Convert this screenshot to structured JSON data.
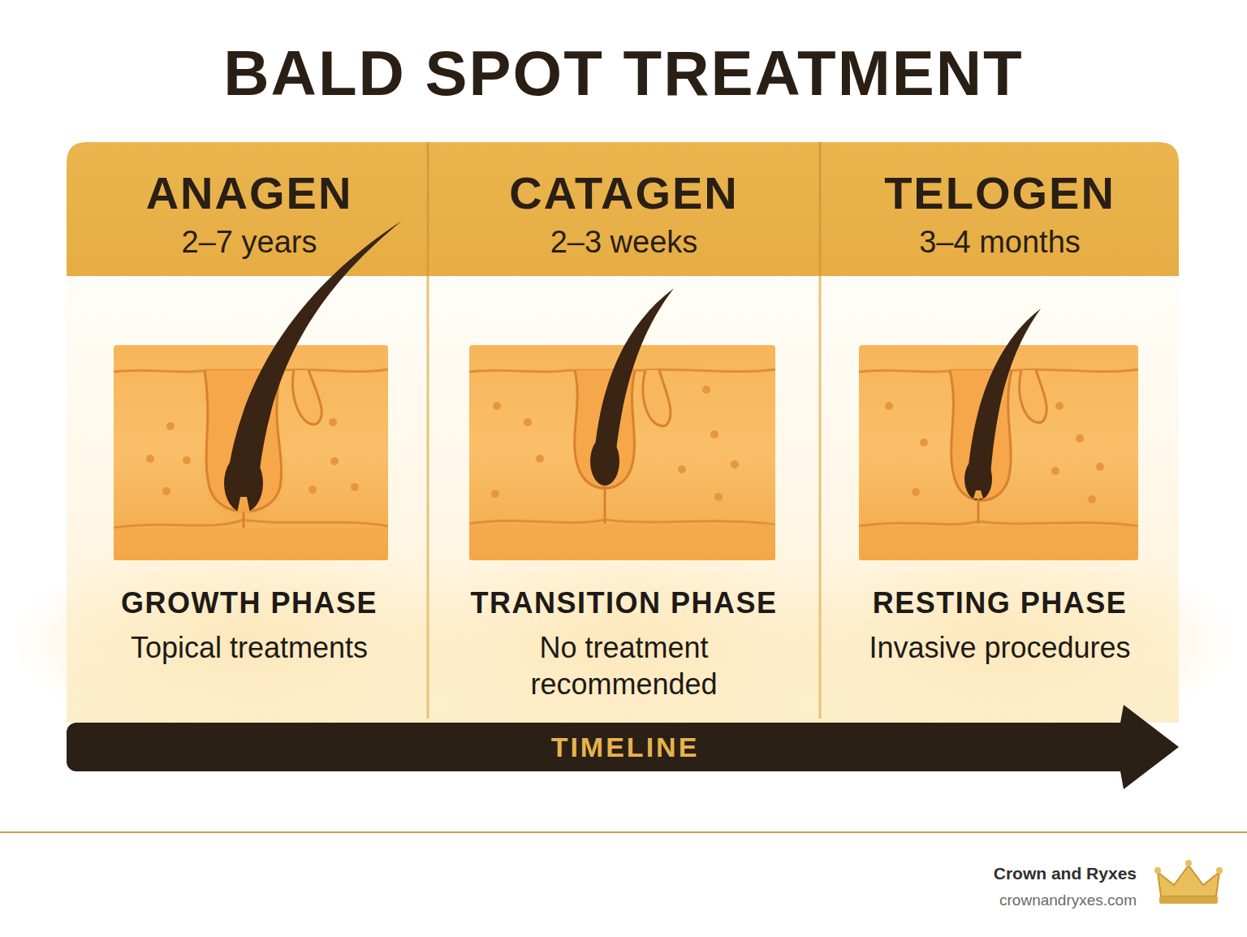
{
  "diagram": {
    "title": "BALD SPOT TREATMENT",
    "nodes": [
      {
        "text": [
          "ANAGEN",
          "2–7 years",
          "GROWTH PHASE",
          "Topical treatments"
        ]
      },
      {
        "text": [
          "CATAGEN",
          "2–3 weeks",
          "TRANSITION PHASE",
          "No treatment recommended"
        ]
      },
      {
        "text": [
          "TELOGEN",
          "3–4 months",
          "RESTING PHASE",
          "Invasive procedures"
        ]
      },
      {
        "text": [
          "TIMELINE"
        ]
      }
    ],
    "labels": [
      "Crown and Ryxes",
      "crownandryxes.com"
    ]
  }
}
